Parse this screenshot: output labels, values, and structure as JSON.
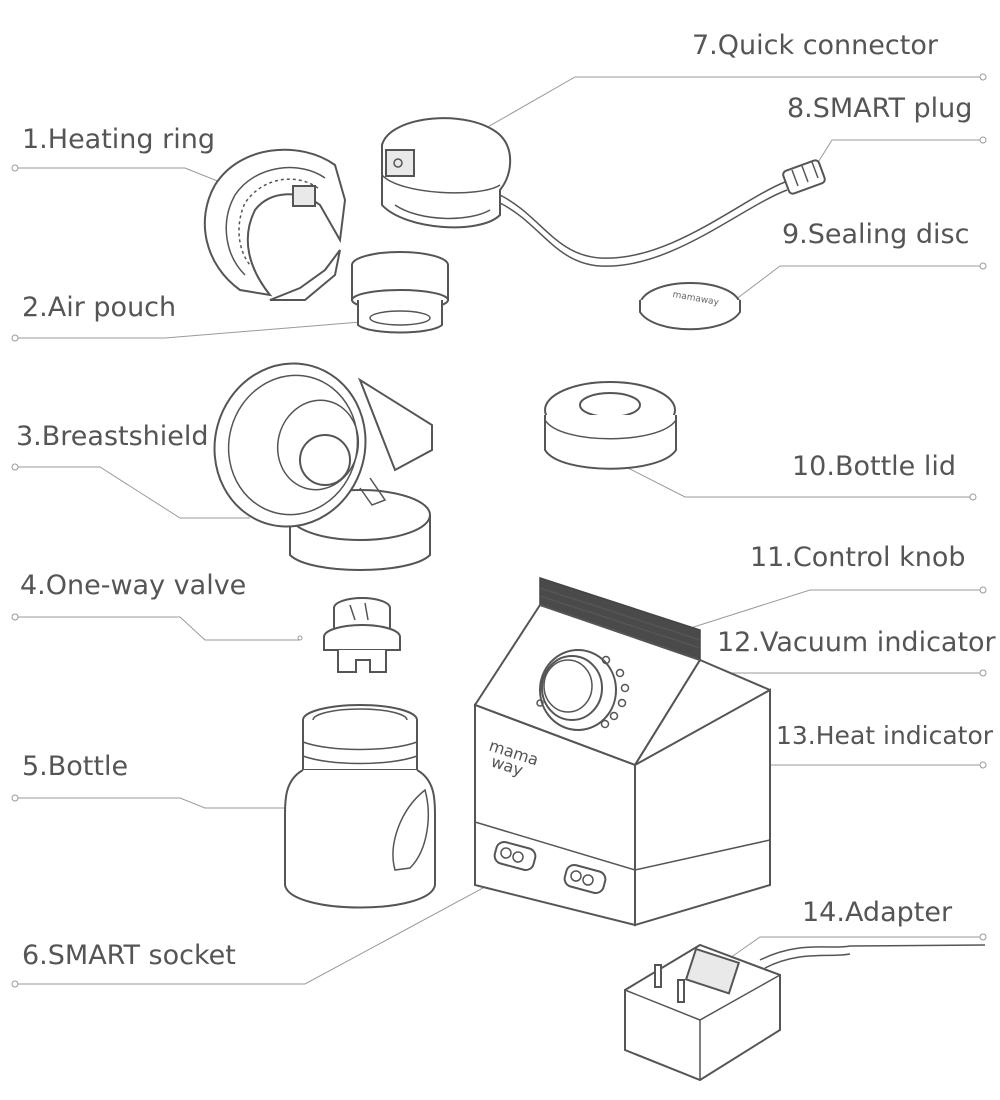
{
  "labels": [
    {
      "key": "quick_connector",
      "text": "7.Quick connector"
    },
    {
      "key": "heating_ring",
      "text": "1.Heating ring"
    },
    {
      "key": "smart_plug",
      "text": "8.SMART plug"
    },
    {
      "key": "sealing_disc",
      "text": "9.Sealing disc"
    },
    {
      "key": "air_pouch",
      "text": "2.Air pouch"
    },
    {
      "key": "breastshield",
      "text": "3.Breastshield"
    },
    {
      "key": "bottle_lid",
      "text": "10.Bottle lid"
    },
    {
      "key": "control_knob",
      "text": "11.Control knob"
    },
    {
      "key": "one_way_valve",
      "text": "4.One-way valve"
    },
    {
      "key": "vacuum_indicator",
      "text": "12.Vacuum indicator"
    },
    {
      "key": "heat_indicator",
      "text": "13.Heat indicator"
    },
    {
      "key": "bottle",
      "text": "5.Bottle"
    },
    {
      "key": "adapter",
      "text": "14.Adapter"
    },
    {
      "key": "smart_socket",
      "text": "6.SMART socket"
    }
  ],
  "brand": {
    "logo_line1": "mama",
    "logo_line2": "way",
    "disc_text": "mamaway"
  },
  "colors": {
    "label_text": "#555555",
    "leader_line": "#9a9a9a",
    "outline": "#555555"
  }
}
